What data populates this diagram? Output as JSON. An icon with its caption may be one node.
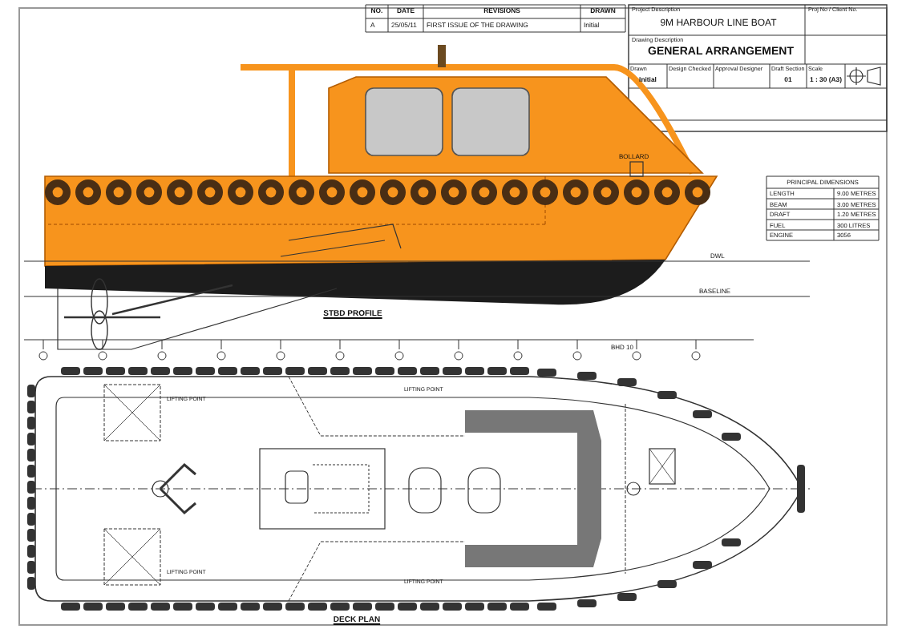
{
  "diagram": {
    "labels": [
      "NO.",
      "DATE",
      "REVISIONS",
      "DRAWN",
      "A",
      "25/05/11",
      "FIRST ISSUE OF THE DRAWING",
      "Initial",
      "Project Description",
      "9M HARBOUR LINE BOAT",
      "Proj No / Client No.",
      "Drawing Description",
      "GENERAL ARRANGEMENT",
      "Drawn",
      "Initial",
      "Design Checked",
      "Approval Designer",
      "Draft Section",
      "01",
      "Scale",
      "1 : 30 (A3)",
      "BOLLARD",
      "DWL",
      "BASELINE",
      "STBD PROFILE",
      "BHD 10",
      "PRINCIPAL DIMENSIONS",
      "LENGTH",
      "9.00 METRES",
      "BEAM",
      "3.00 METRES",
      "DRAFT",
      "1.20 METRES",
      "FUEL",
      "300 LITRES",
      "ENGINE",
      "3056",
      "LIFTING POINT",
      "LIFTING POINT",
      "LIFTING POINT",
      "LIFTING POINT",
      "DECK PLAN"
    ]
  }
}
